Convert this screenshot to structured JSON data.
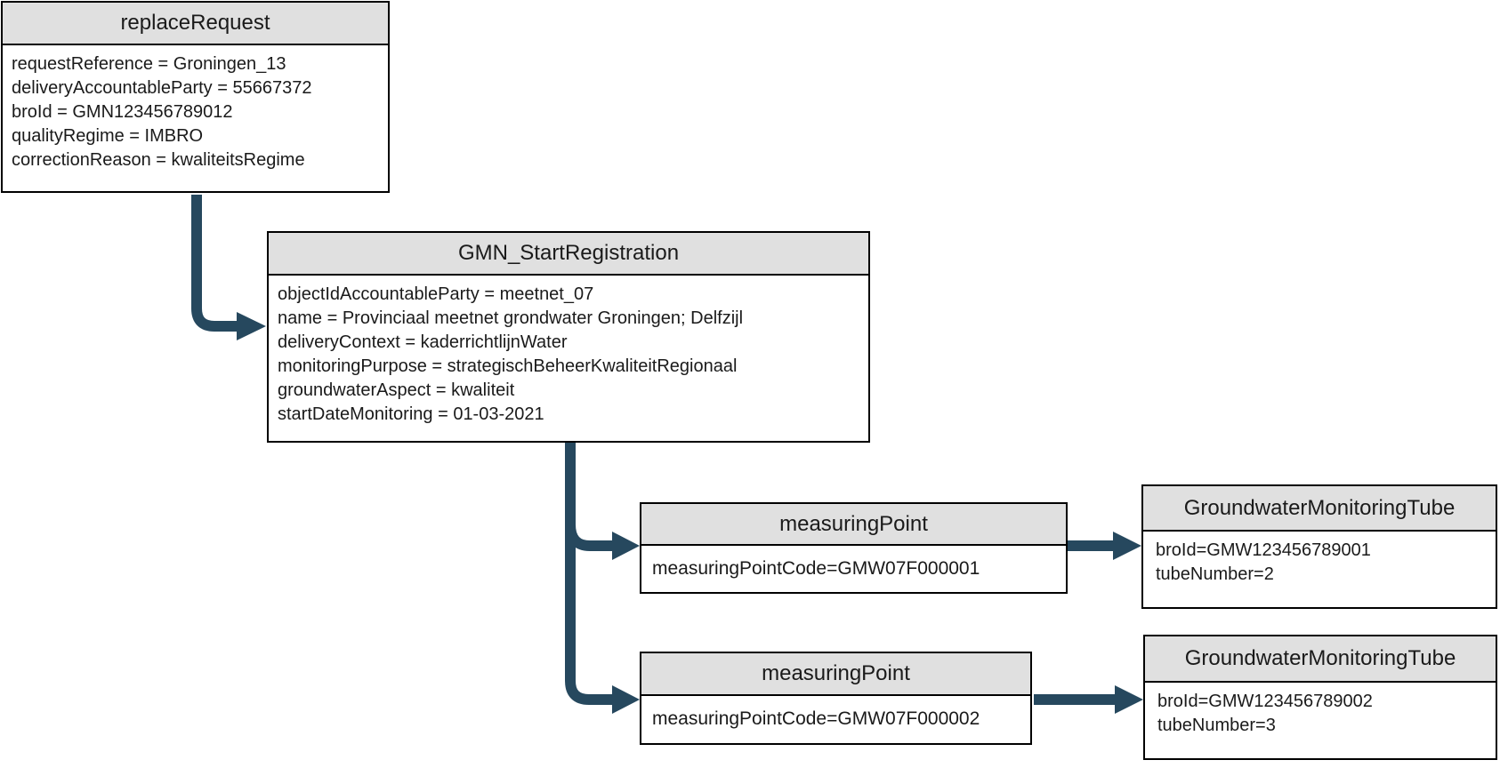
{
  "diagram": {
    "type": "uml-object-diagram",
    "colors": {
      "arrow": "#26485e",
      "node_header_fill": "#e0e0e0",
      "node_border": "#000000",
      "background": "#ffffff"
    },
    "nodes": {
      "replace_request": {
        "title": "replaceRequest",
        "attributes": [
          "requestReference = Groningen_13",
          "deliveryAccountableParty = 55667372",
          "broId = GMN123456789012",
          "qualityRegime = IMBRO",
          "correctionReason = kwaliteitsRegime"
        ]
      },
      "gmn_start_registration": {
        "title": "GMN_StartRegistration",
        "attributes": [
          "objectIdAccountableParty = meetnet_07",
          "name = Provinciaal meetnet grondwater Groningen; Delfzijl",
          "deliveryContext = kaderrichtlijnWater",
          "monitoringPurpose = strategischBeheerKwaliteitRegionaal",
          "groundwaterAspect = kwaliteit",
          "startDateMonitoring = 01-03-2021"
        ]
      },
      "measuring_point_1": {
        "title": "measuringPoint",
        "attributes": [
          "measuringPointCode=GMW07F000001"
        ]
      },
      "measuring_point_2": {
        "title": "measuringPoint",
        "attributes": [
          "measuringPointCode=GMW07F000002"
        ]
      },
      "tube_1": {
        "title": "GroundwaterMonitoringTube",
        "attributes": [
          "broId=GMW123456789001",
          "tubeNumber=2"
        ]
      },
      "tube_2": {
        "title": "GroundwaterMonitoringTube",
        "attributes": [
          "broId=GMW123456789002",
          "tubeNumber=3"
        ]
      }
    },
    "connections": [
      {
        "from": "replace_request",
        "to": "gmn_start_registration"
      },
      {
        "from": "gmn_start_registration",
        "to": "measuring_point_1"
      },
      {
        "from": "gmn_start_registration",
        "to": "measuring_point_2"
      },
      {
        "from": "measuring_point_1",
        "to": "tube_1"
      },
      {
        "from": "measuring_point_2",
        "to": "tube_2"
      }
    ]
  }
}
